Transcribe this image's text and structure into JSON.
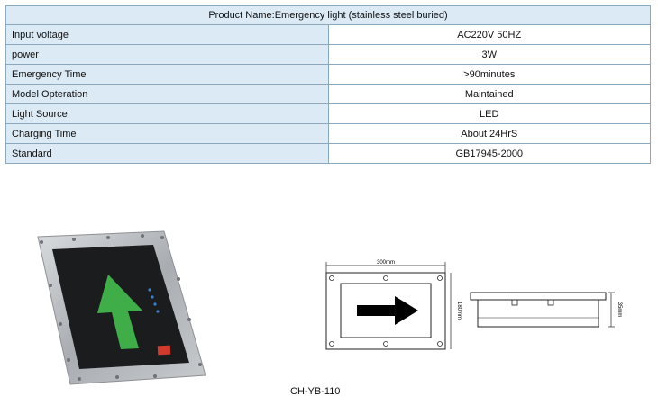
{
  "spec_table": {
    "title": "Product Name:Emergency light (stainless steel buried)",
    "rows": [
      {
        "label": "Input voltage",
        "value": "AC220V 50HZ"
      },
      {
        "label": "power",
        "value": "3W"
      },
      {
        "label": "Emergency Time",
        "value": ">90minutes"
      },
      {
        "label": "Model Opteration",
        "value": "Maintained"
      },
      {
        "label": "Light Source",
        "value": "LED"
      },
      {
        "label": "Charging Time",
        "value": "About 24HrS"
      },
      {
        "label": "Standard",
        "value": "GB17945-2000"
      }
    ]
  },
  "drawing": {
    "width_dim": "300mm",
    "height_dim": "180mm",
    "depth_dim": "35mm"
  },
  "model_code": "CH-YB-110",
  "colors": {
    "header_bg": "#dbeaf5",
    "border": "#8aa9bf",
    "arrow_green": "#3fae49",
    "steel": "#b9bdc1"
  },
  "icons": [
    "arrow-up-icon",
    "arrow-right-icon"
  ]
}
